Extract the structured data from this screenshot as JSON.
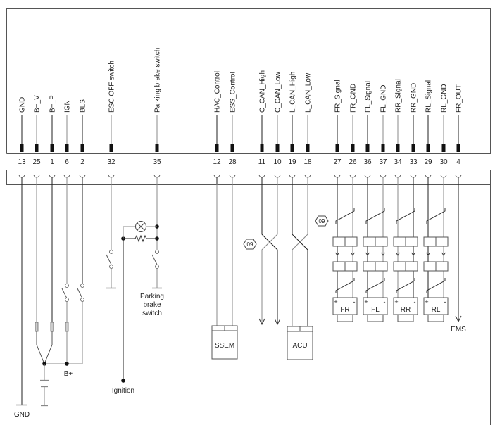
{
  "diagram": {
    "type": "wiring-diagram",
    "colors": {
      "wire_dark": "#222222",
      "wire_gray": "#8a8a8a",
      "frame": "#555555",
      "background": "#ffffff"
    },
    "pins": [
      {
        "label": "GND",
        "number": "13",
        "wire": "dark"
      },
      {
        "label": "B+_V",
        "number": "25",
        "wire": "gray"
      },
      {
        "label": "B+_P",
        "number": "1",
        "wire": "dark"
      },
      {
        "label": "IGN",
        "number": "6",
        "wire": "gray"
      },
      {
        "label": "BLS",
        "number": "2",
        "wire": "dark"
      },
      {
        "label": "ESC OFF switch",
        "number": "32",
        "wire": "gray"
      },
      {
        "label": "Parking brake switch",
        "number": "35",
        "wire": "gray"
      },
      {
        "label": "HAC_Control",
        "number": "12",
        "wire": "dark"
      },
      {
        "label": "ESS_Control",
        "number": "28",
        "wire": "gray"
      },
      {
        "label": "C_CAN_High",
        "number": "11",
        "wire": "dark"
      },
      {
        "label": "C_CAN_Low",
        "number": "10",
        "wire": "gray"
      },
      {
        "label": "L_CAN_High",
        "number": "19",
        "wire": "dark"
      },
      {
        "label": "L_CAN_Low",
        "number": "18",
        "wire": "gray"
      },
      {
        "label": "FR_Signal",
        "number": "27",
        "wire": "dark"
      },
      {
        "label": "FR_GND",
        "number": "26",
        "wire": "gray"
      },
      {
        "label": "FL_Signal",
        "number": "36",
        "wire": "dark"
      },
      {
        "label": "FL_GND",
        "number": "37",
        "wire": "gray"
      },
      {
        "label": "RR_Signal",
        "number": "34",
        "wire": "gray"
      },
      {
        "label": "RR_GND",
        "number": "33",
        "wire": "dark"
      },
      {
        "label": "RL_Signal",
        "number": "29",
        "wire": "dark"
      },
      {
        "label": "RL_GND",
        "number": "30",
        "wire": "gray"
      },
      {
        "label": "FR_OUT",
        "number": "4",
        "wire": "dark"
      }
    ],
    "labels": {
      "gnd": "GND",
      "bplus": "B+",
      "ignition": "Ignition",
      "parking_line1": "Parking",
      "parking_line2": "brake",
      "parking_line3": "switch",
      "ssem": "SSEM",
      "acu": "ACU",
      "ems": "EMS",
      "twisted_pair_badge": "09",
      "shield_badge": "09"
    },
    "sensors": [
      {
        "name": "FR",
        "plus": "+",
        "minus": "-"
      },
      {
        "name": "FL",
        "plus": "+",
        "minus": "-"
      },
      {
        "name": "RR",
        "plus": "+",
        "minus": "-"
      },
      {
        "name": "RL",
        "plus": "+",
        "minus": "-"
      }
    ]
  }
}
